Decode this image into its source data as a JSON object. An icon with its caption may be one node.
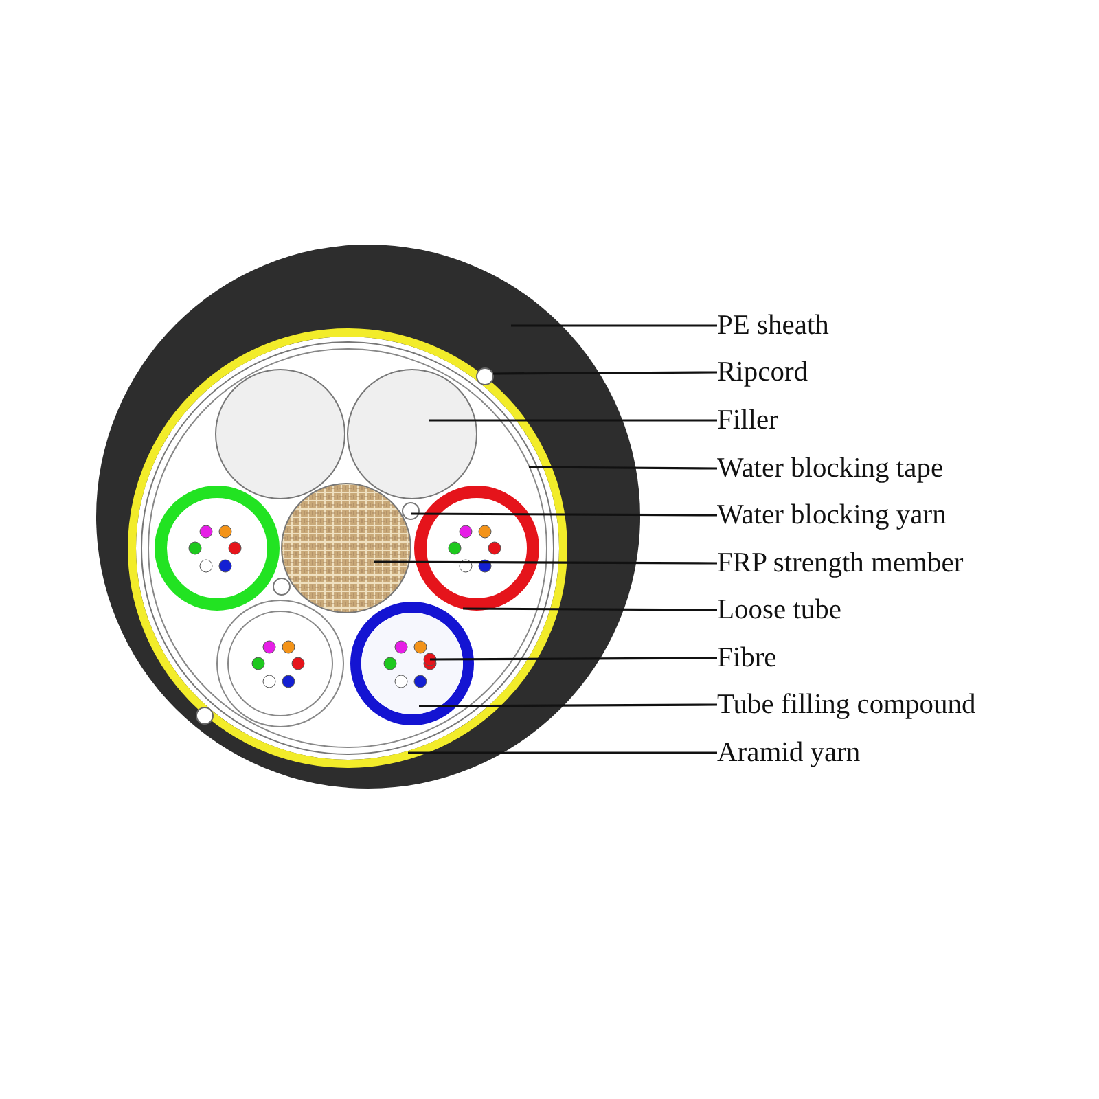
{
  "diagram": {
    "nodes": [
      {
        "text": [
          "PE sheath"
        ]
      },
      {
        "text": [
          "Ripcord"
        ]
      },
      {
        "text": [
          "Filler"
        ]
      },
      {
        "text": [
          "Water blocking tape"
        ]
      },
      {
        "text": [
          "Water blocking yarn"
        ]
      },
      {
        "text": [
          "FRP strength member"
        ]
      },
      {
        "text": [
          "Loose tube"
        ]
      },
      {
        "text": [
          "Fibre"
        ]
      },
      {
        "text": [
          "Tube filling compound"
        ]
      },
      {
        "text": [
          "Aramid yarn"
        ]
      },
      {
        "text": [],
        "shape": "circle"
      },
      {
        "text": [],
        "shape": "circle",
        "in": 10
      },
      {
        "text": [],
        "shape": "circle",
        "in": 13
      },
      {
        "text": [],
        "shape": "circle",
        "in": 10
      },
      {
        "text": [],
        "shape": "circle",
        "in": 13
      },
      {
        "text": [],
        "shape": "circle",
        "in": 13
      },
      {
        "text": [],
        "shape": "circle",
        "in": 13
      },
      {
        "text": [],
        "shape": "circle",
        "in": 13
      },
      {
        "text": [],
        "shape": "circle",
        "in": 17
      },
      {
        "text": [],
        "shape": "circle",
        "in": 10
      },
      {
        "text": [],
        "shape": "circle",
        "in": 13
      }
    ],
    "edges": [
      {
        "from": 0,
        "to": 10,
        "arrow": "none"
      },
      {
        "from": 1,
        "to": 11,
        "arrow": "none"
      },
      {
        "from": 2,
        "to": 12,
        "arrow": "none"
      },
      {
        "from": 3,
        "to": 13,
        "arrow": "none"
      },
      {
        "from": 4,
        "to": 14,
        "arrow": "none"
      },
      {
        "from": 5,
        "to": 15,
        "arrow": "none"
      },
      {
        "from": 6,
        "to": 16,
        "arrow": "none"
      },
      {
        "from": 7,
        "to": 18,
        "arrow": "none"
      },
      {
        "from": 8,
        "to": 17,
        "arrow": "none"
      },
      {
        "from": 9,
        "to": 19,
        "arrow": "none"
      }
    ]
  }
}
